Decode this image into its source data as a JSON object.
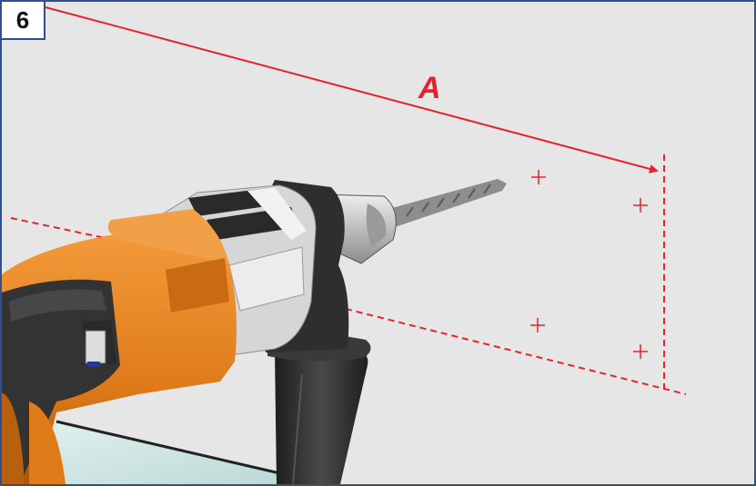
{
  "step": {
    "number": "6"
  },
  "dimension": {
    "label": "A"
  },
  "colors": {
    "marking_red": "#e8222b",
    "wall_gray": "#e6e6e6",
    "frame_blue": "#2f4f8f",
    "drill_orange": "#e07b1a",
    "drill_dark": "#2b2b2b",
    "drill_silver": "#c9c9c9"
  },
  "drill_hole_marks": [
    "top-left",
    "top-right",
    "bottom-left",
    "bottom-right"
  ]
}
